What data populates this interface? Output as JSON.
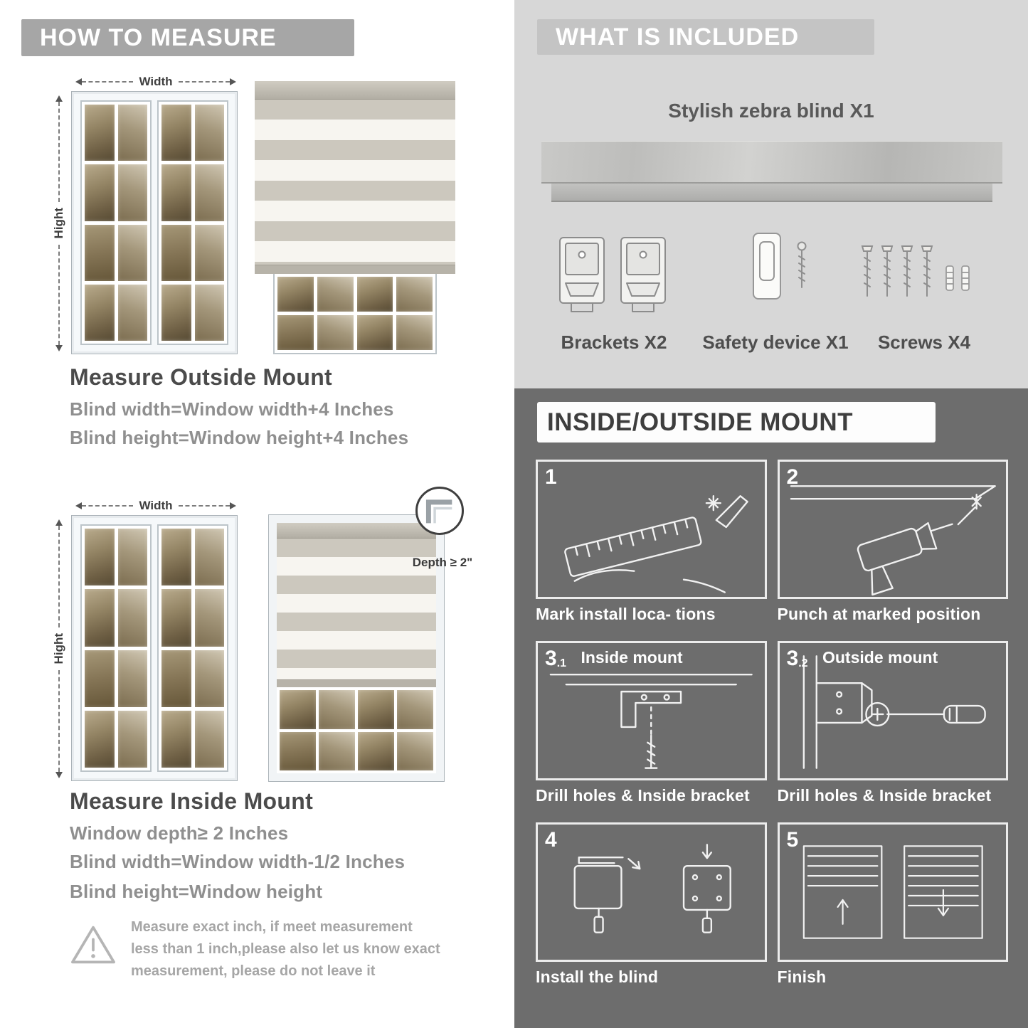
{
  "colors": {
    "left_header_bg": "#a6a6a6",
    "included_bg": "#d7d7d7",
    "included_header_bg": "#c4c4c4",
    "mount_bg": "#6d6d6d",
    "mount_header_bg": "#fdfdfd",
    "heading_text": "#4b4b4b",
    "body_text": "#8f8f8f"
  },
  "left": {
    "header": "HOW TO MEASURE",
    "width_label": "Width",
    "height_label": "Hight",
    "outside": {
      "title": "Measure Outside Mount",
      "line1": "Blind width=Window width+4 Inches",
      "line2": "Blind height=Window height+4 Inches"
    },
    "inside": {
      "title": "Measure Inside Mount",
      "depth_callout": "Depth ≥ 2\"",
      "line1": "Window depth≥ 2 Inches",
      "line2": "Blind width=Window width-1/2 Inches",
      "line3": "Blind height=Window height"
    },
    "warning_text": "Measure exact inch, if meet measurement less than 1 inch,please also let us know exact measurement, please do not leave it"
  },
  "right": {
    "included": {
      "header": "WHAT IS INCLUDED",
      "product": "Stylish zebra blind X1",
      "brackets_label": "Brackets X2",
      "safety_label": "Safety device X1",
      "screws_label": "Screws X4"
    },
    "mount": {
      "header": "INSIDE/OUTSIDE MOUNT",
      "steps": [
        {
          "num_main": "1",
          "num_sub": "",
          "title": "",
          "caption": "Mark install loca- tions"
        },
        {
          "num_main": "2",
          "num_sub": "",
          "title": "",
          "caption": "Punch at  marked position"
        },
        {
          "num_main": "3",
          "num_sub": ".1",
          "title": "Inside mount",
          "caption": "Drill holes &  Inside bracket"
        },
        {
          "num_main": "3",
          "num_sub": ".2",
          "title": "Outside mount",
          "caption": "Drill holes &  Inside bracket"
        },
        {
          "num_main": "4",
          "num_sub": "",
          "title": "",
          "caption": "Install the blind"
        },
        {
          "num_main": "5",
          "num_sub": "",
          "title": "",
          "caption": "Finish"
        }
      ]
    }
  }
}
